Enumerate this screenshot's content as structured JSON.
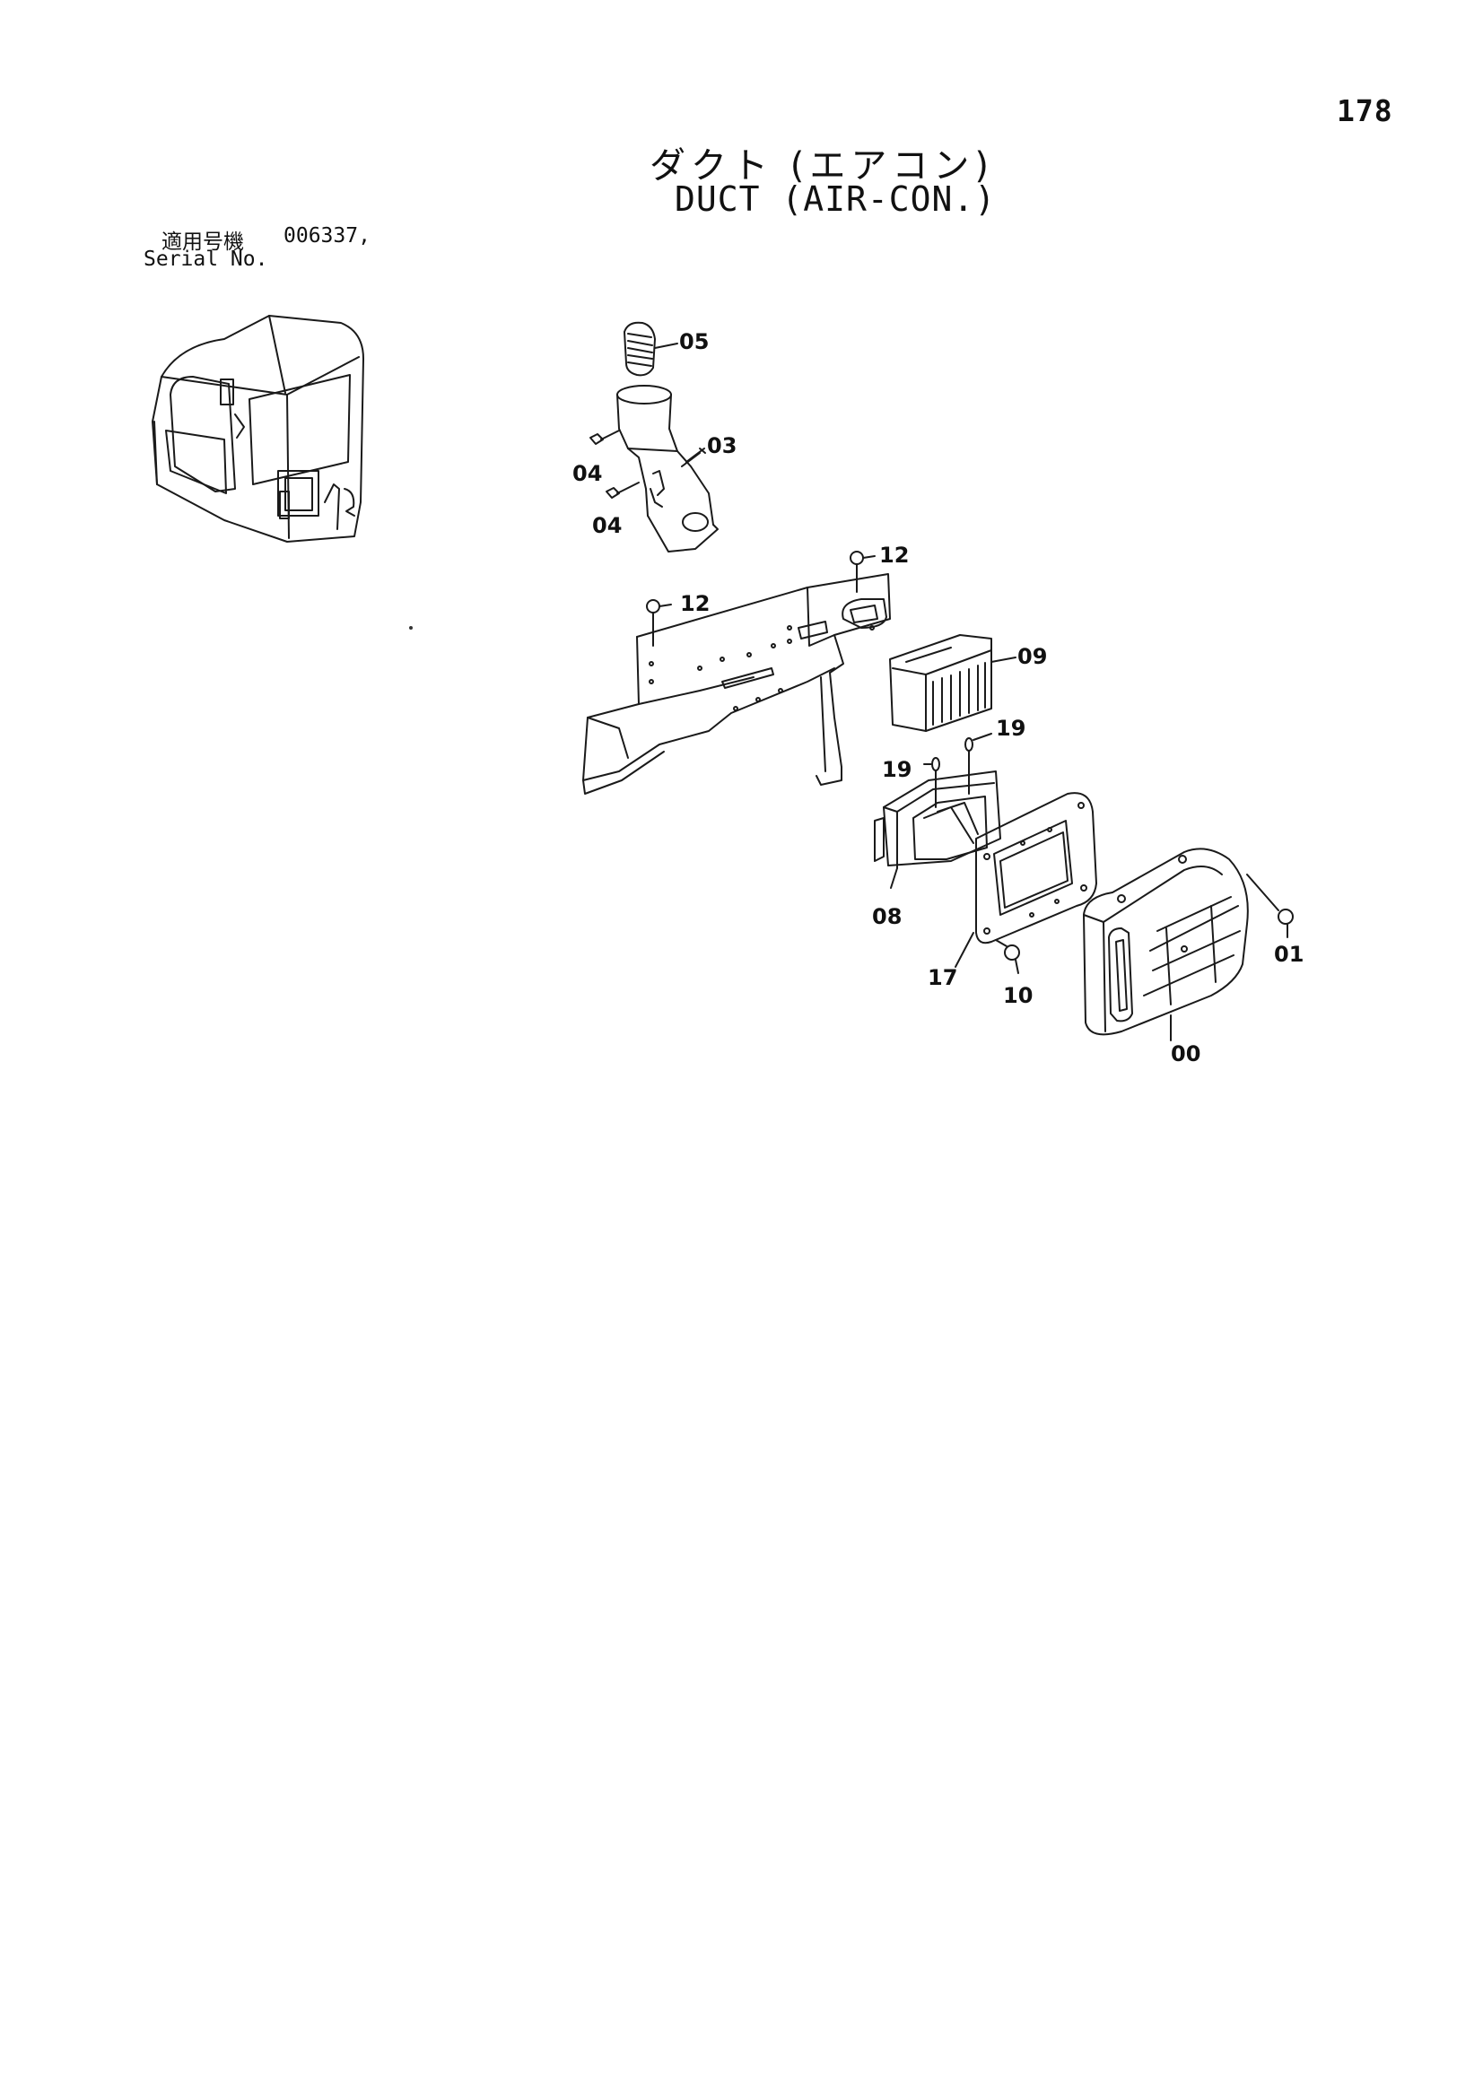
{
  "page_number": "178",
  "title_jp": "ダクト (エアコン)",
  "title_en": "DUCT (AIR-CON.)",
  "serial": {
    "label_jp": "適用号機",
    "number": "006337,",
    "label_en": "Serial No."
  },
  "callouts": {
    "p05": "05",
    "p03": "03",
    "p04a": "04",
    "p04b": "04",
    "p12a": "12",
    "p12b": "12",
    "p09": "09",
    "p19a": "19",
    "p19b": "19",
    "p08": "08",
    "p17": "17",
    "p10": "10",
    "p01": "01",
    "p00": "00"
  }
}
